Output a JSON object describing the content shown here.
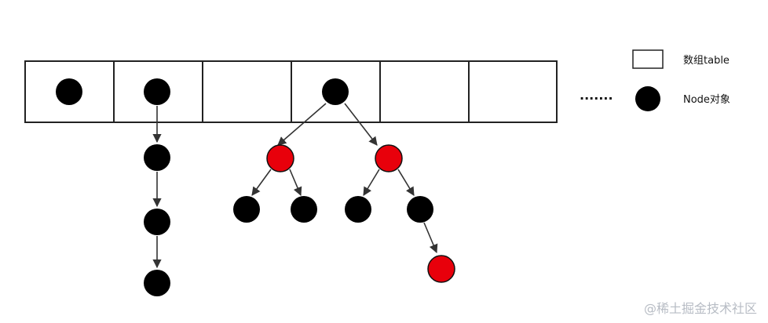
{
  "legend": {
    "table_label": "数组table",
    "node_label": "Node对象"
  },
  "table": {
    "slot_count": 6,
    "ellipsis": "·······"
  },
  "colors": {
    "black_node": "#000000",
    "red_node": "#e8000b",
    "line": "#333333",
    "outline": "#222222"
  },
  "watermark": "@稀土掘金技术社区"
}
